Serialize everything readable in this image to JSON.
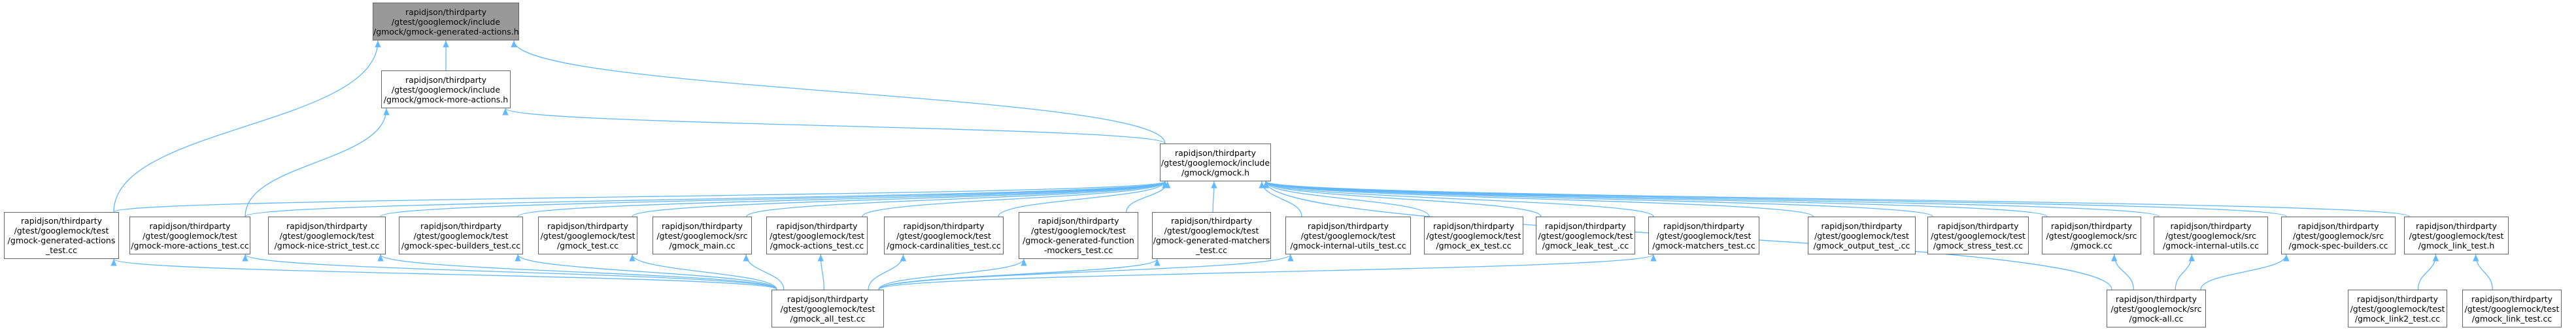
{
  "nodes": [
    {
      "id": "n0",
      "lines": [
        "rapidjson/thirdparty",
        "/gtest/googlemock/include",
        "/gmock/gmock-generated-actions.h"
      ],
      "root": true
    },
    {
      "id": "n1",
      "lines": [
        "rapidjson/thirdparty",
        "/gtest/googlemock/include",
        "/gmock/gmock-more-actions.h"
      ]
    },
    {
      "id": "n2",
      "lines": [
        "rapidjson/thirdparty",
        "/gtest/googlemock/include",
        "/gmock/gmock.h"
      ]
    },
    {
      "id": "n3",
      "lines": [
        "rapidjson/thirdparty",
        "/gtest/googlemock/test",
        "/gmock-generated-actions",
        "_test.cc"
      ]
    },
    {
      "id": "n4",
      "lines": [
        "rapidjson/thirdparty",
        "/gtest/googlemock/test",
        "/gmock-more-actions_test.cc"
      ]
    },
    {
      "id": "n5",
      "lines": [
        "rapidjson/thirdparty",
        "/gtest/googlemock/test",
        "/gmock-nice-strict_test.cc"
      ]
    },
    {
      "id": "n6",
      "lines": [
        "rapidjson/thirdparty",
        "/gtest/googlemock/test",
        "/gmock-spec-builders_test.cc"
      ]
    },
    {
      "id": "n7",
      "lines": [
        "rapidjson/thirdparty",
        "/gtest/googlemock/test",
        "/gmock_test.cc"
      ]
    },
    {
      "id": "n8",
      "lines": [
        "rapidjson/thirdparty",
        "/gtest/googlemock/src",
        "/gmock_main.cc"
      ]
    },
    {
      "id": "n9",
      "lines": [
        "rapidjson/thirdparty",
        "/gtest/googlemock/test",
        "/gmock-actions_test.cc"
      ]
    },
    {
      "id": "n10",
      "lines": [
        "rapidjson/thirdparty",
        "/gtest/googlemock/test",
        "/gmock-cardinalities_test.cc"
      ]
    },
    {
      "id": "n11",
      "lines": [
        "rapidjson/thirdparty",
        "/gtest/googlemock/test",
        "/gmock-generated-function",
        "-mockers_test.cc"
      ]
    },
    {
      "id": "n12",
      "lines": [
        "rapidjson/thirdparty",
        "/gtest/googlemock/test",
        "/gmock-generated-matchers",
        "_test.cc"
      ]
    },
    {
      "id": "n13",
      "lines": [
        "rapidjson/thirdparty",
        "/gtest/googlemock/test",
        "/gmock-internal-utils_test.cc"
      ]
    },
    {
      "id": "n14",
      "lines": [
        "rapidjson/thirdparty",
        "/gtest/googlemock/test",
        "/gmock_ex_test.cc"
      ]
    },
    {
      "id": "n15",
      "lines": [
        "rapidjson/thirdparty",
        "/gtest/googlemock/test",
        "/gmock_leak_test_.cc"
      ]
    },
    {
      "id": "n16",
      "lines": [
        "rapidjson/thirdparty",
        "/gtest/googlemock/test",
        "/gmock-matchers_test.cc"
      ]
    },
    {
      "id": "n17",
      "lines": [
        "rapidjson/thirdparty",
        "/gtest/googlemock/test",
        "/gmock_output_test_.cc"
      ]
    },
    {
      "id": "n18",
      "lines": [
        "rapidjson/thirdparty",
        "/gtest/googlemock/test",
        "/gmock_stress_test.cc"
      ]
    },
    {
      "id": "n19",
      "lines": [
        "rapidjson/thirdparty",
        "/gtest/googlemock/src",
        "/gmock.cc"
      ]
    },
    {
      "id": "n20",
      "lines": [
        "rapidjson/thirdparty",
        "/gtest/googlemock/src",
        "/gmock-internal-utils.cc"
      ]
    },
    {
      "id": "n21",
      "lines": [
        "rapidjson/thirdparty",
        "/gtest/googlemock/src",
        "/gmock-spec-builders.cc"
      ]
    },
    {
      "id": "n22",
      "lines": [
        "rapidjson/thirdparty",
        "/gtest/googlemock/test",
        "/gmock_link_test.h"
      ]
    },
    {
      "id": "n23",
      "lines": [
        "rapidjson/thirdparty",
        "/gtest/googlemock/test",
        "/gmock_all_test.cc"
      ]
    },
    {
      "id": "n24",
      "lines": [
        "rapidjson/thirdparty",
        "/gtest/googlemock/src",
        "/gmock-all.cc"
      ]
    },
    {
      "id": "n25",
      "lines": [
        "rapidjson/thirdparty",
        "/gtest/googlemock/test",
        "/gmock_link2_test.cc"
      ]
    },
    {
      "id": "n26",
      "lines": [
        "rapidjson/thirdparty",
        "/gtest/googlemock/test",
        "/gmock_link_test.cc"
      ]
    }
  ],
  "edges": [
    [
      "n1",
      "n0"
    ],
    [
      "n2",
      "n0"
    ],
    [
      "n3",
      "n0"
    ],
    [
      "n2",
      "n1"
    ],
    [
      "n4",
      "n1"
    ],
    [
      "n3",
      "n2"
    ],
    [
      "n4",
      "n2"
    ],
    [
      "n5",
      "n2"
    ],
    [
      "n6",
      "n2"
    ],
    [
      "n7",
      "n2"
    ],
    [
      "n8",
      "n2"
    ],
    [
      "n9",
      "n2"
    ],
    [
      "n10",
      "n2"
    ],
    [
      "n11",
      "n2"
    ],
    [
      "n12",
      "n2"
    ],
    [
      "n13",
      "n2"
    ],
    [
      "n14",
      "n2"
    ],
    [
      "n15",
      "n2"
    ],
    [
      "n16",
      "n2"
    ],
    [
      "n17",
      "n2"
    ],
    [
      "n18",
      "n2"
    ],
    [
      "n19",
      "n2"
    ],
    [
      "n20",
      "n2"
    ],
    [
      "n21",
      "n2"
    ],
    [
      "n22",
      "n2"
    ],
    [
      "n24",
      "n2"
    ],
    [
      "n23",
      "n3"
    ],
    [
      "n23",
      "n4"
    ],
    [
      "n23",
      "n5"
    ],
    [
      "n23",
      "n6"
    ],
    [
      "n23",
      "n7"
    ],
    [
      "n23",
      "n8"
    ],
    [
      "n23",
      "n9"
    ],
    [
      "n23",
      "n10"
    ],
    [
      "n23",
      "n11"
    ],
    [
      "n23",
      "n12"
    ],
    [
      "n23",
      "n13"
    ],
    [
      "n23",
      "n16"
    ],
    [
      "n24",
      "n19"
    ],
    [
      "n24",
      "n20"
    ],
    [
      "n24",
      "n21"
    ],
    [
      "n25",
      "n22"
    ],
    [
      "n26",
      "n22"
    ]
  ],
  "colors": {
    "edge": "#63b8ff",
    "node_border": "#666666",
    "root_fill": "#999999",
    "node_fill": "#ffffff"
  }
}
